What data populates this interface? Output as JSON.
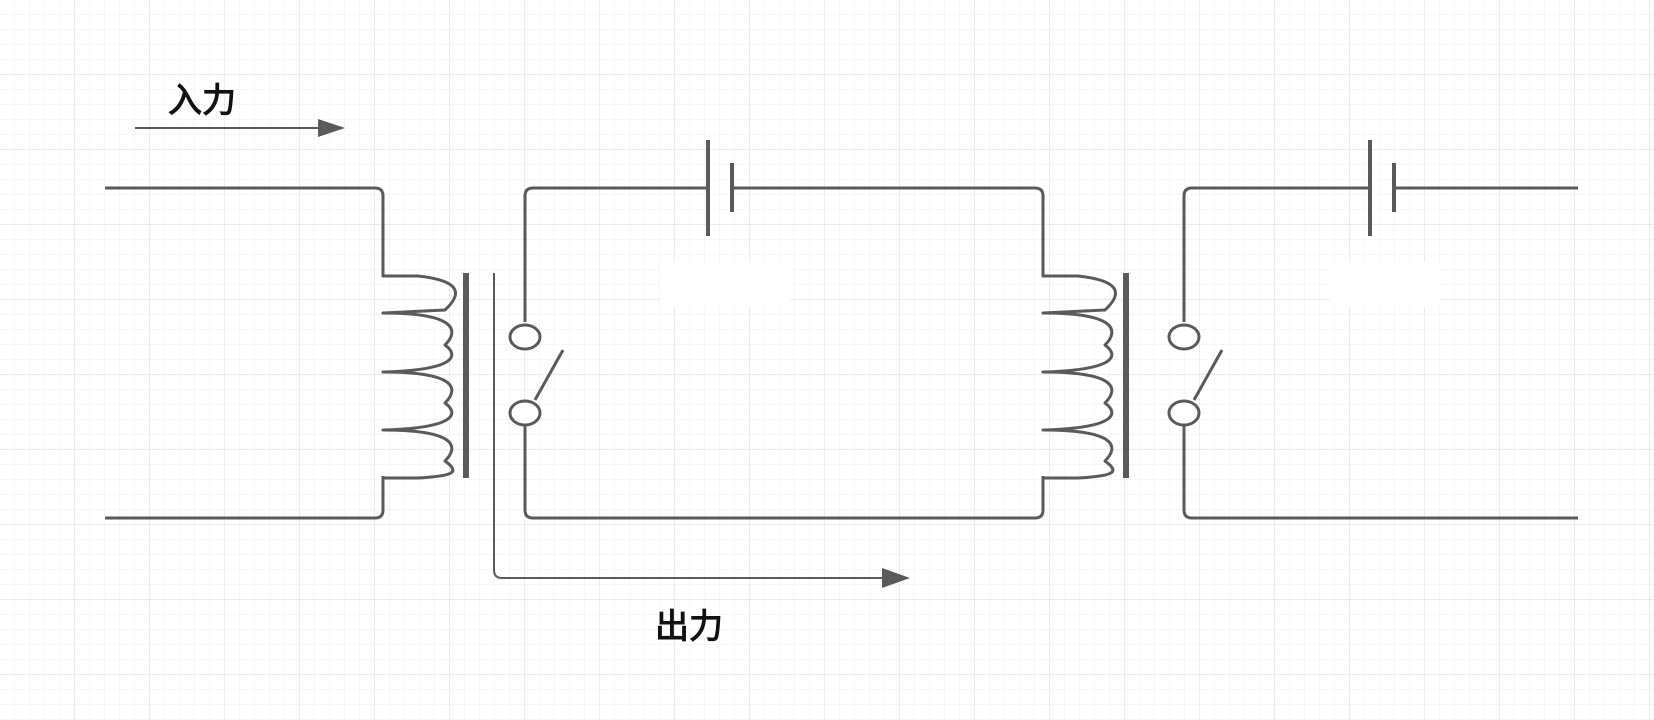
{
  "labels": {
    "input": "入力",
    "output": "出力"
  },
  "colors": {
    "line": "#5a5a5a",
    "grid_major": "#ececec",
    "grid_minor": "#f6f6f6",
    "text": "#111111",
    "background": "#ffffff"
  },
  "components": [
    {
      "name": "relay-1",
      "parts": [
        "relay-1-coil",
        "relay-1-core",
        "relay-1-contact-switch"
      ]
    },
    {
      "name": "battery-1"
    },
    {
      "name": "relay-2",
      "parts": [
        "relay-2-coil",
        "relay-2-core",
        "relay-2-contact-switch"
      ]
    },
    {
      "name": "battery-2"
    }
  ]
}
